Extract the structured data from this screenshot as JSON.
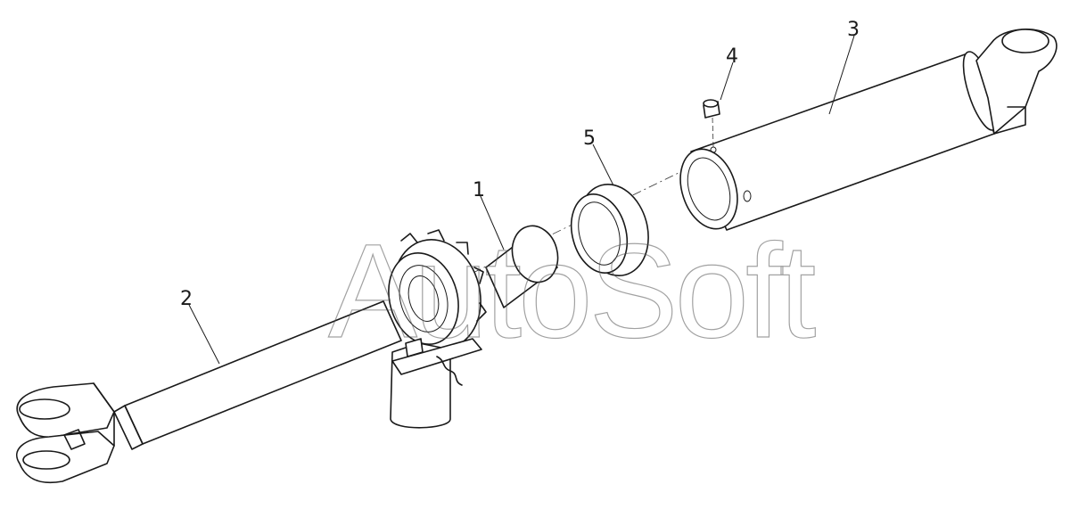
{
  "watermark": {
    "text": "AutoSoft"
  },
  "callouts": [
    {
      "id": "1",
      "label": "1"
    },
    {
      "id": "2",
      "label": "2"
    },
    {
      "id": "3",
      "label": "3"
    },
    {
      "id": "4",
      "label": "4"
    },
    {
      "id": "5",
      "label": "5"
    }
  ]
}
